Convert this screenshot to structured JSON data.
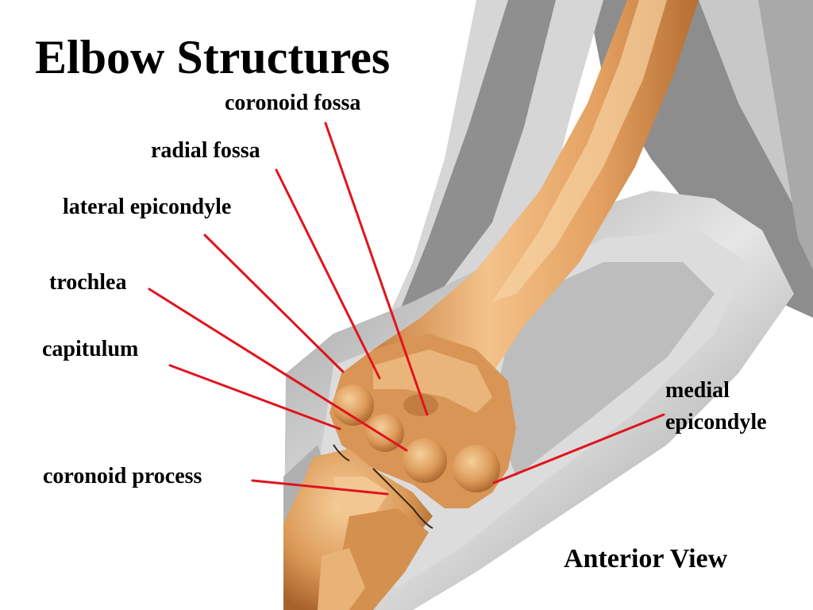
{
  "title": "Elbow Structures",
  "labels": {
    "coronoid_fossa": "coronoid fossa",
    "radial_fossa": "radial fossa",
    "lateral_epicondyle": "lateral epicondyle",
    "trochlea": "trochlea",
    "capitulum": "capitulum",
    "coronoid_process": "coronoid process",
    "medial_epicondyle_1": "medial",
    "medial_epicondyle_2": "epicondyle"
  },
  "view_label": "Anterior View",
  "colors": {
    "leader_line": "#e0141e",
    "bone_light": "#f0b97a",
    "bone_mid": "#d99555",
    "bone_dark": "#a8652e",
    "muscle_light": "#e4e4e4",
    "muscle_mid": "#b3b3b3",
    "muscle_dark": "#7a7a7a"
  }
}
